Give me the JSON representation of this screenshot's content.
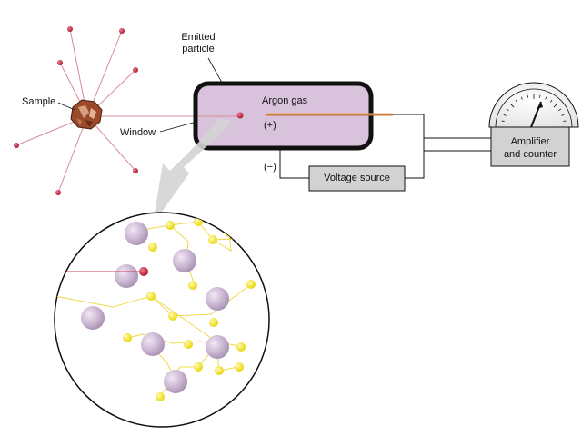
{
  "labels": {
    "sample": "Sample",
    "window": "Window",
    "emitted_particle_line1": "Emitted",
    "emitted_particle_line2": "particle",
    "argon_gas": "Argon gas",
    "plus": "(+)",
    "minus": "(−)",
    "voltage_source": "Voltage source",
    "amplifier_line1": "Amplifier",
    "amplifier_line2": "and counter"
  },
  "colors": {
    "tube_fill": "#d9c2dc",
    "tube_stroke": "#111111",
    "ray": "#d88a98",
    "particle": "#b8223e",
    "argon_atom": "#c9b4d1",
    "electron": "#f2e600",
    "electron_path": "#f0d84a",
    "box_fill": "#d2d2d2",
    "arrow_fill": "#d4d4d4",
    "rock": "#9a4a2a"
  },
  "icons": {
    "sample": "rock-sample-icon",
    "meter": "analog-meter-icon",
    "zoom_arrow": "curved-magnify-arrow-icon"
  }
}
